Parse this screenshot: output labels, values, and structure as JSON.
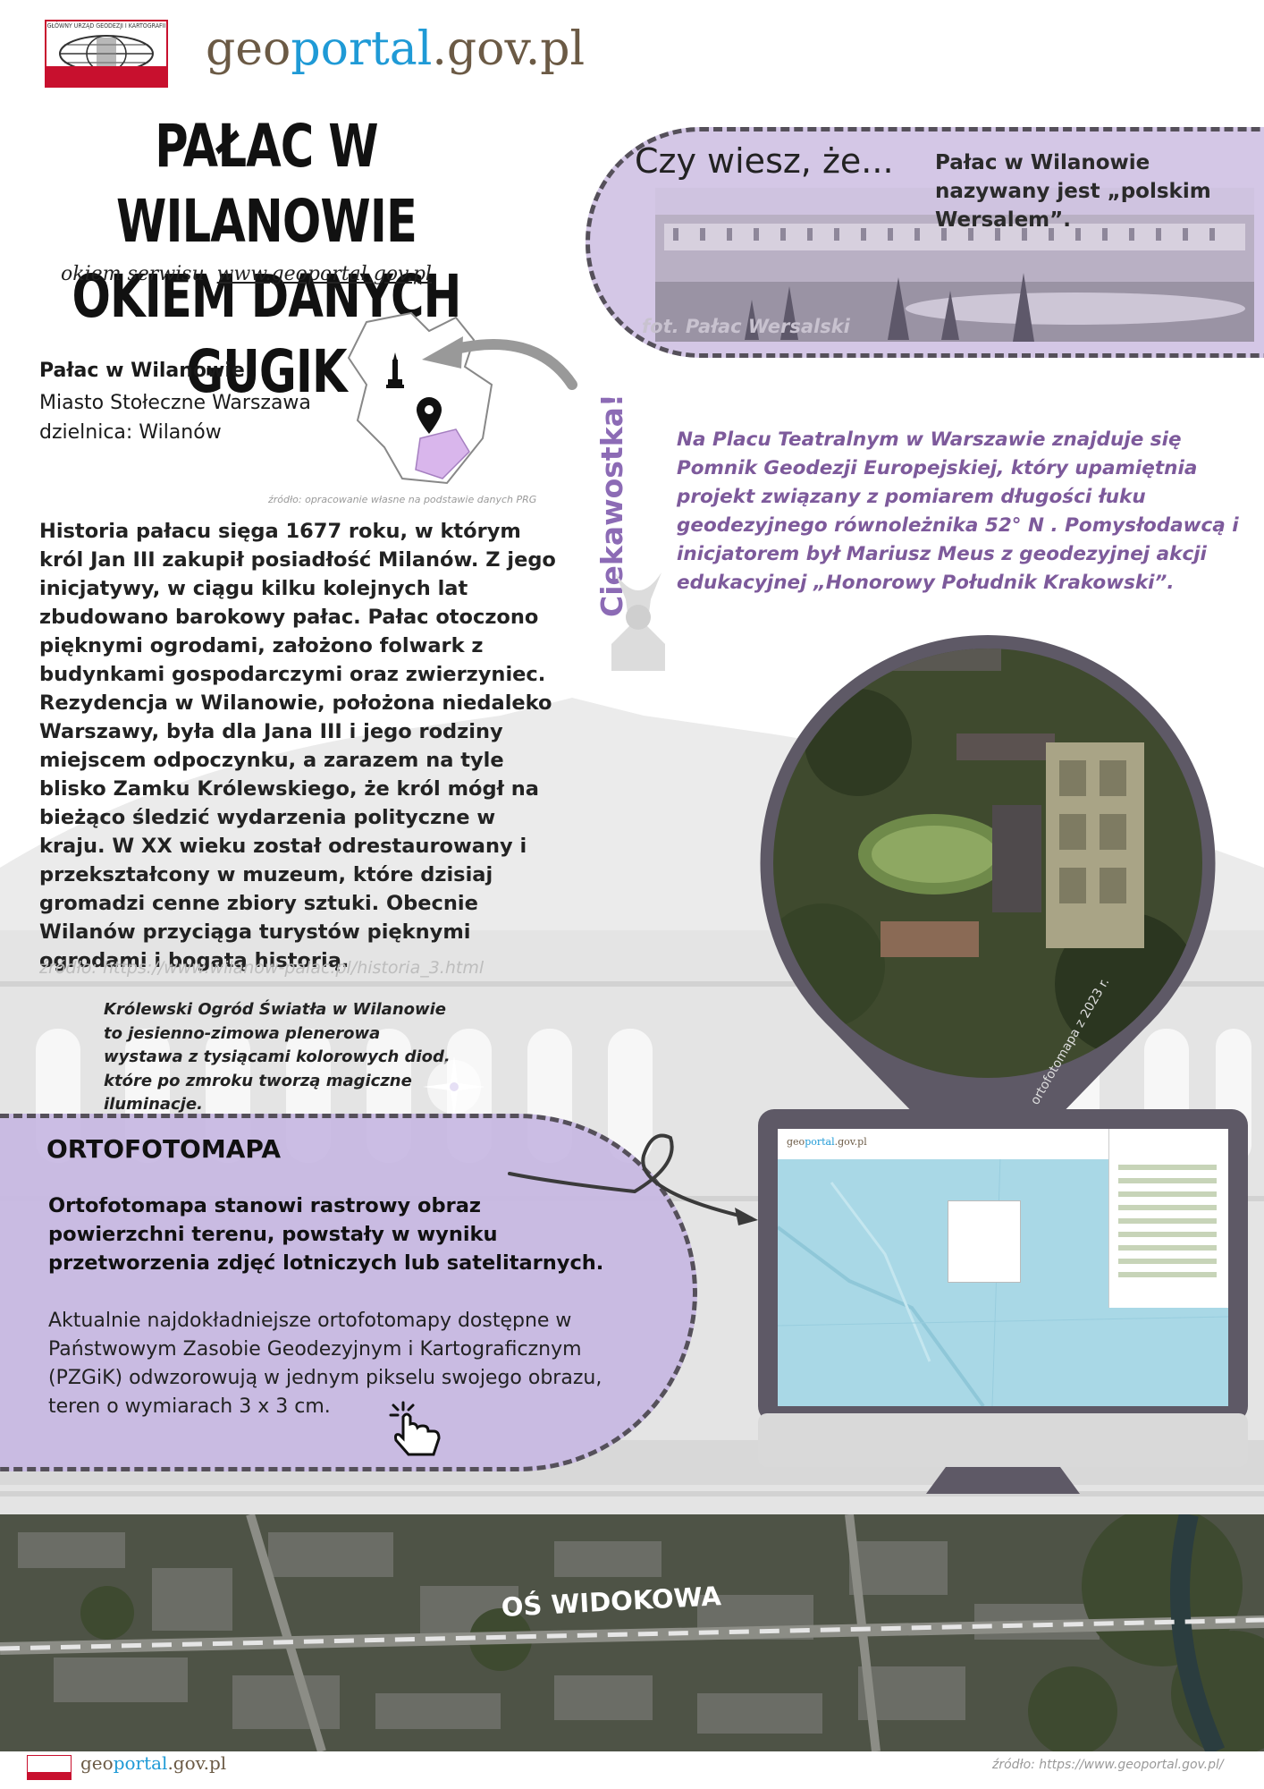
{
  "header": {
    "logo_caption": "GŁÓWNY URZĄD GEODEZJI I KARTOGRAFII",
    "brand_geo": "geo",
    "brand_portal": "portal",
    "brand_gov": ".gov.pl",
    "title_line1": "PAŁAC W WILANOWIE",
    "title_line2": "OKIEM DANYCH GUGIK",
    "subtitle_prefix": "okiem serwisu",
    "subtitle_link": "www.geoportal.gov.pl"
  },
  "did_you_know": {
    "heading": "Czy wiesz, że...",
    "text": "Pałac w Wilanowie nazywany jest „polskim Wersalem”.",
    "photo_credit": "fot. Pałac Wersalski"
  },
  "location": {
    "name": "Pałac w Wilanowie",
    "city": "Miasto Stołeczne Warszawa",
    "district": "dzielnica: Wilanów",
    "map_source": "źródło: opracowanie własne na podstawie danych PRG"
  },
  "trivia": {
    "label": "Ciekawostka!",
    "text": "Na Placu Teatralnym w Warszawie znajduje się Pomnik Geodezji Europejskiej, który upamiętnia projekt związany z pomiarem długości łuku geodezyjnego równoleżnika 52° N . Pomysłodawcą i inicjatorem był Mariusz Meus z geodezyjnej akcji edukacyjnej „Honorowy Południk Krakowski”."
  },
  "history": {
    "text": "Historia pałacu sięga 1677 roku, w którym król Jan III zakupił posiadłość Milanów. Z jego inicjatywy, w ciągu kilku kolejnych lat zbudowano barokowy pałac. Pałac otoczono pięknymi ogrodami, założono folwark z budynkami gospodarczymi oraz zwierzyniec. Rezydencja w Wilanowie, położona niedaleko Warszawy, była dla Jana III i jego rodziny miejscem odpoczynku, a zarazem na tyle blisko Zamku Królewskiego, że król mógł na bieżąco śledzić wydarzenia polityczne w kraju. W XX wieku został odrestaurowany i przekształcony w muzeum, które dzisiaj gromadzi cenne zbiory sztuki. Obecnie Wilanów przyciąga turystów pięknymi ogrodami i bogatą historią.",
    "source": "źródło: https://www.wilanow-palac.pl/historia_3.html"
  },
  "garden": {
    "text": "Królewski Ogród Światła w Wilanowie to jesienno-zimowa plenerowa wystawa z tysiącami kolorowych diod, które po zmroku tworzą magiczne iluminacje."
  },
  "orthophoto": {
    "heading": "ORTOFOTOMAPA",
    "lead": "Ortofotomapa stanowi rastrowy obraz powierzchni terenu, powstały w wyniku przetworzenia zdjęć lotniczych lub satelitarnych.",
    "body": "Aktualnie najdokładniejsze ortofotomapy dostępne w Państwowym Zasobie Geodezyjnym i Kartograficznym (PZGiK) odwzorowują w jednym pikselu swojego obrazu, teren o wymiarach 3 x 3 cm.",
    "pin_credit": "ortofotomapa z 2023 r.",
    "screen_logo_geo": "geo",
    "screen_logo_portal": "portal",
    "screen_logo_gov": ".gov.pl"
  },
  "axis": {
    "label": "OŚ WIDOKOWA"
  },
  "footer": {
    "brand_geo": "geo",
    "brand_portal": "portal",
    "brand_gov": ".gov.pl",
    "source": "źródło:  https://www.geoportal.gov.pl/"
  },
  "colors": {
    "lavender": "#d4c7e6",
    "purple_text": "#7d5a9b",
    "frame_gray": "#5a5560",
    "brand_blue": "#1f9ad6",
    "brand_brown": "#6b5a45",
    "gugik_red": "#c8102e"
  }
}
